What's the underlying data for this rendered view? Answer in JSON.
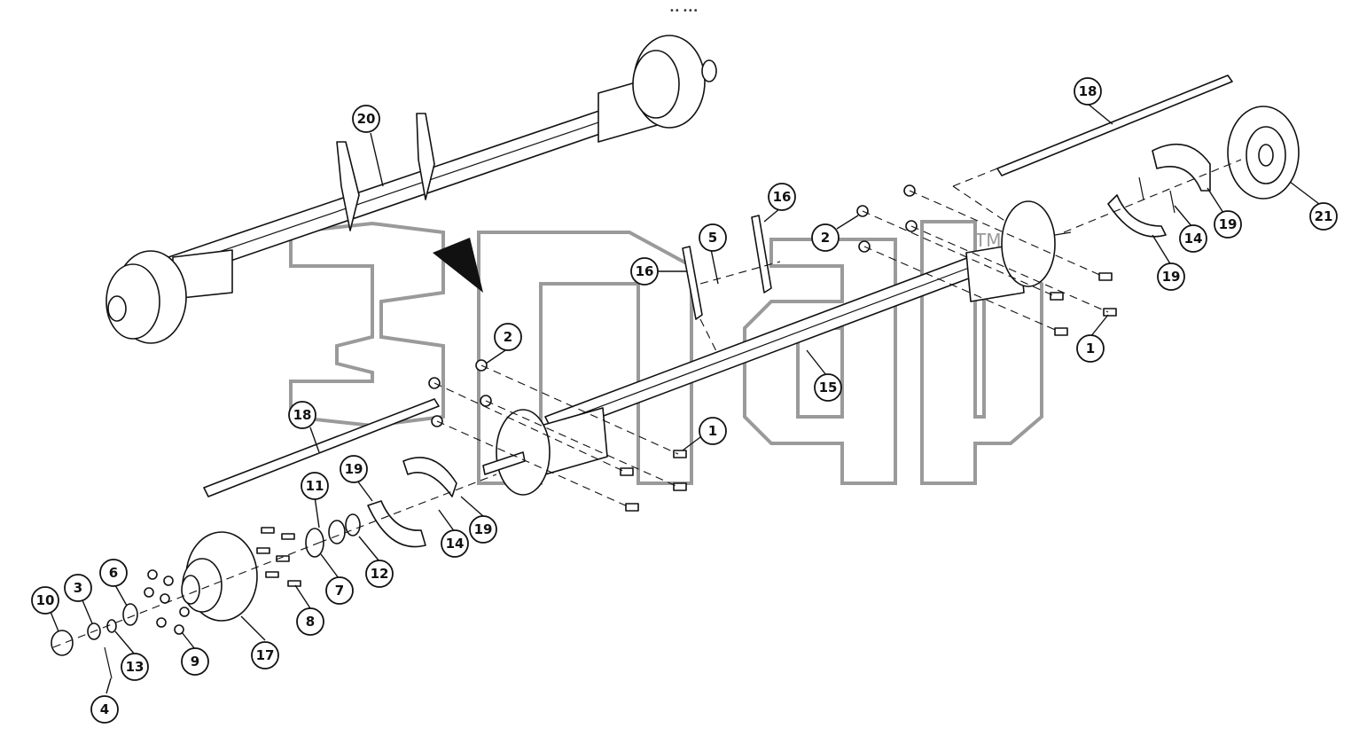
{
  "header_marks": "•• •••",
  "watermark": {
    "trademark": "TM"
  },
  "callouts": [
    {
      "id": "c20",
      "label": "20"
    },
    {
      "id": "c18a",
      "label": "18"
    },
    {
      "id": "c21",
      "label": "21"
    },
    {
      "id": "c16a",
      "label": "16"
    },
    {
      "id": "c16b",
      "label": "16"
    },
    {
      "id": "c5",
      "label": "5"
    },
    {
      "id": "c2a",
      "label": "2"
    },
    {
      "id": "c2b",
      "label": "2"
    },
    {
      "id": "c14a",
      "label": "14"
    },
    {
      "id": "c19a",
      "label": "19"
    },
    {
      "id": "c19b",
      "label": "19"
    },
    {
      "id": "c1a",
      "label": "1"
    },
    {
      "id": "c15",
      "label": "15"
    },
    {
      "id": "c1b",
      "label": "1"
    },
    {
      "id": "c18b",
      "label": "18"
    },
    {
      "id": "c19c",
      "label": "19"
    },
    {
      "id": "c11",
      "label": "11"
    },
    {
      "id": "c19d",
      "label": "19"
    },
    {
      "id": "c14b",
      "label": "14"
    },
    {
      "id": "c12",
      "label": "12"
    },
    {
      "id": "c7",
      "label": "7"
    },
    {
      "id": "c6",
      "label": "6"
    },
    {
      "id": "c10",
      "label": "10"
    },
    {
      "id": "c3",
      "label": "3"
    },
    {
      "id": "c13",
      "label": "13"
    },
    {
      "id": "c8",
      "label": "8"
    },
    {
      "id": "c9",
      "label": "9"
    },
    {
      "id": "c17",
      "label": "17"
    },
    {
      "id": "c4",
      "label": "4"
    }
  ]
}
